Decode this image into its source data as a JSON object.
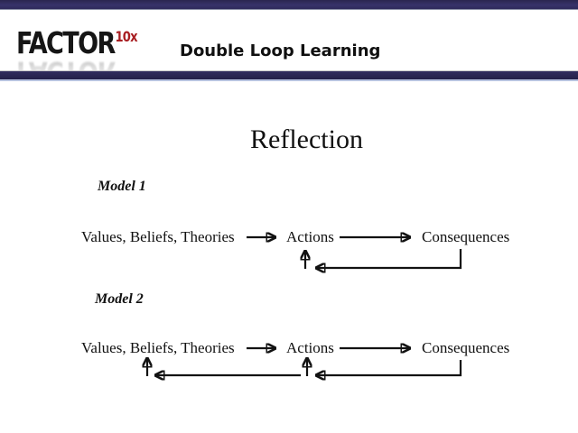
{
  "header": {
    "logo_text": "FACTOR",
    "logo_sup": "10x",
    "title": "Double Loop Learning"
  },
  "slide": {
    "title": "Reflection",
    "models": [
      {
        "label": "Model 1",
        "nodes": [
          "Values, Beliefs, Theories",
          "Actions",
          "Consequences"
        ],
        "feedback_to": [
          "Actions"
        ]
      },
      {
        "label": "Model 2",
        "nodes": [
          "Values, Beliefs, Theories",
          "Actions",
          "Consequences"
        ],
        "feedback_to": [
          "Actions",
          "Values, Beliefs, Theories"
        ]
      }
    ]
  },
  "colors": {
    "navy": "#2E2A5A",
    "logo_red": "#A81E22",
    "text": "#111111"
  }
}
